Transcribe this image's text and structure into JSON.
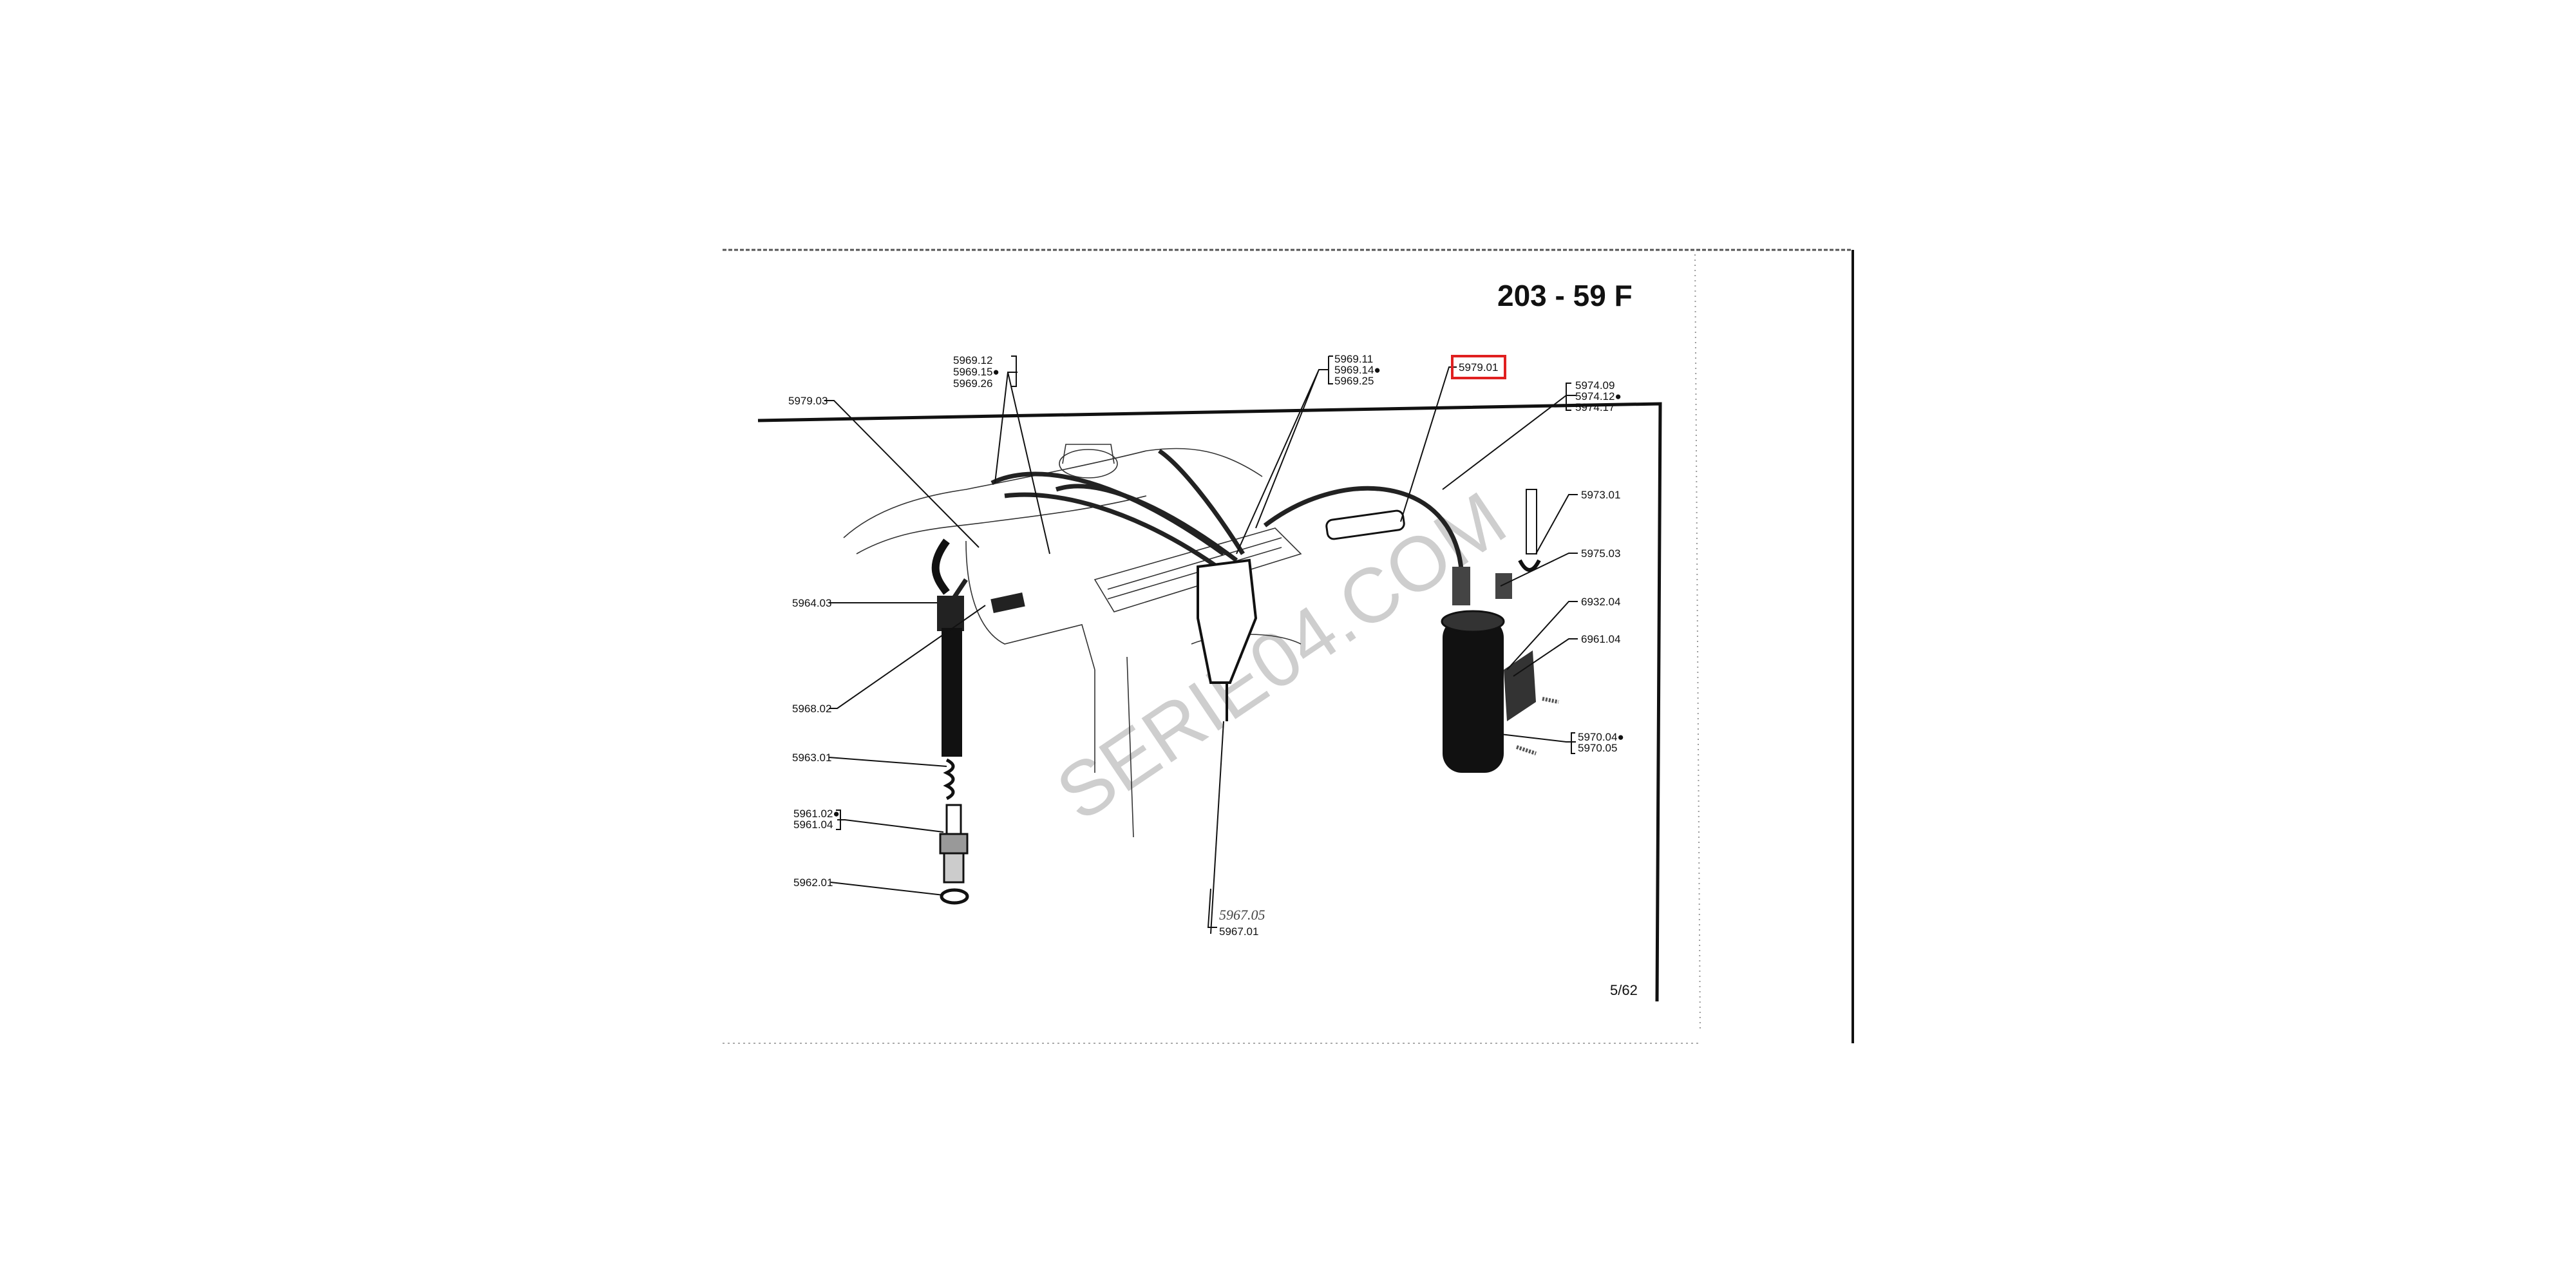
{
  "page": {
    "title": "203 - 59 F",
    "page_number": "5/62",
    "watermark": "SERIE04.COM",
    "highlight_color": "#e02020"
  },
  "labels": {
    "g_5969_12": [
      "5969.12",
      "5969.15●",
      "5969.26"
    ],
    "l_5979_03": "5979.03",
    "g_5969_11": [
      "5969.11",
      "5969.14●",
      "5969.25"
    ],
    "l_5979_01_highlighted": "5979.01",
    "g_5974": [
      "5974.09",
      "5974.12●",
      "5974.17"
    ],
    "l_5973_01": "5973.01",
    "l_5975_03": "5975.03",
    "l_6932_04": "6932.04",
    "l_6961_04": "6961.04",
    "g_5970": [
      "5970.04●",
      "5970.05"
    ],
    "l_5964_03": "5964.03",
    "l_5968_02": "5968.02",
    "l_5963_01": "5963.01",
    "g_5961": [
      "5961.02●",
      "5961.04"
    ],
    "l_5962_01": "5962.01",
    "l_5967_01": "5967.01",
    "handwritten_note": "5967.05"
  }
}
